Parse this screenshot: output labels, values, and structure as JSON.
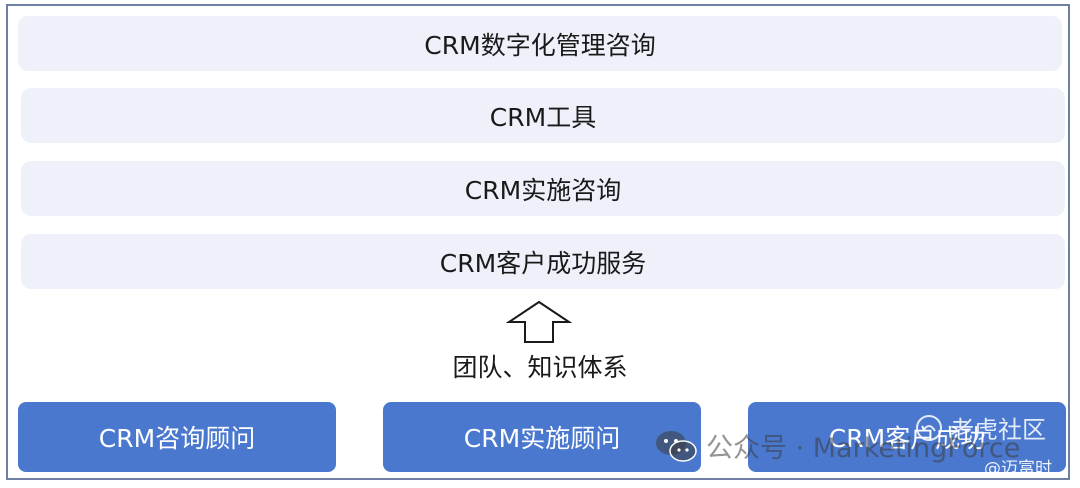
{
  "layers": [
    {
      "label": "CRM数字化管理咨询"
    },
    {
      "label": "CRM工具"
    },
    {
      "label": "CRM实施咨询"
    },
    {
      "label": "CRM客户成功服务"
    }
  ],
  "arrow": {
    "icon": "up-arrow-icon"
  },
  "caption": "团队、知识体系",
  "roles": [
    {
      "label": "CRM咨询顾问"
    },
    {
      "label": "CRM实施顾问"
    },
    {
      "label": "CRM客户成功"
    }
  ],
  "watermark": {
    "text": "公众号 · MarketingForce",
    "icon": "wechat-icon"
  },
  "logo": {
    "text": "老虎社区",
    "icon": "tiger-logo-icon"
  },
  "handle": "@迈富时",
  "colors": {
    "layer_bg": "#eef1fa",
    "role_bg": "#4a78cf",
    "frame_border": "#6f7fa3"
  }
}
